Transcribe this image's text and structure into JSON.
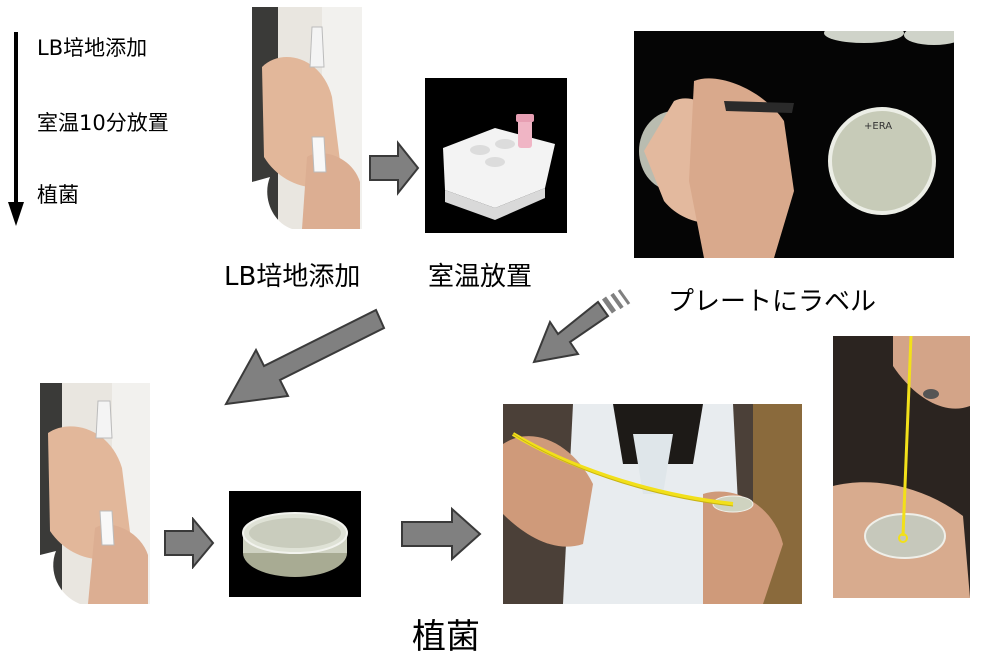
{
  "steps": [
    "LB培地添加",
    "室温10分放置",
    "植菌"
  ],
  "captions": {
    "add_medium": "LB培地添加",
    "room_temp": "室温放置",
    "label_plate": "プレートにラベル",
    "inoculate": "植菌"
  },
  "plate_label_text": "+ERA",
  "colors": {
    "arrow_gray": "#808080",
    "arrow_outline": "#3a3a3a",
    "loop_yellow": "#f2e01a",
    "photo_background": "#000000"
  }
}
